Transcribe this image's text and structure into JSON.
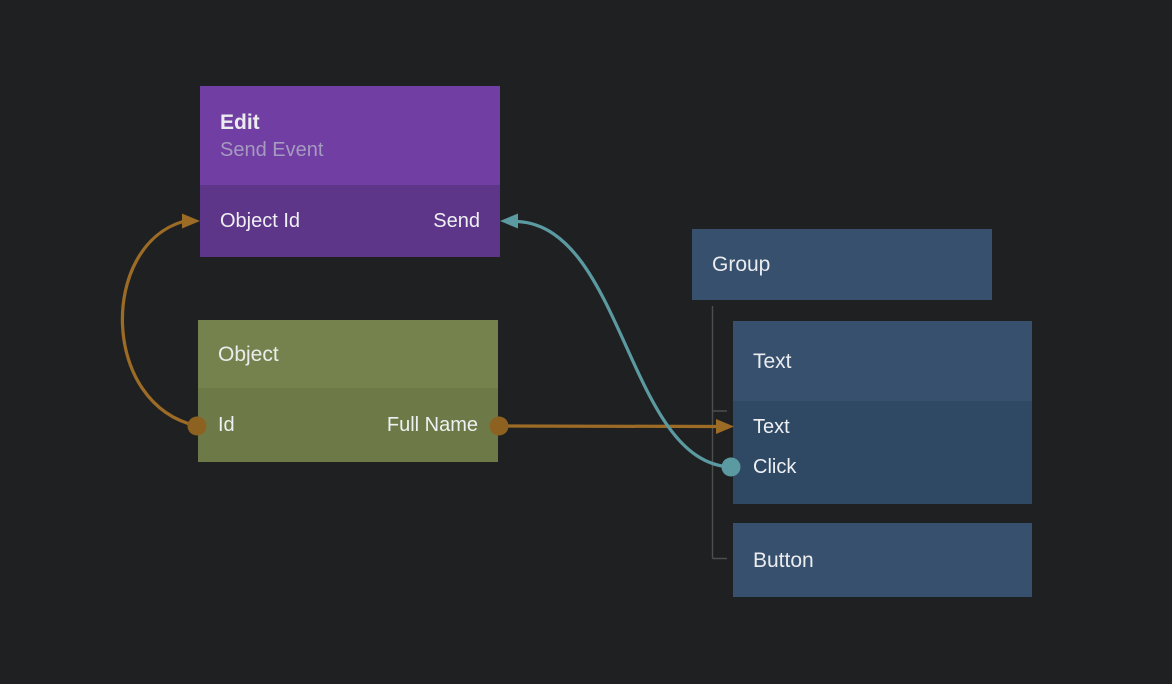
{
  "colors": {
    "canvas_bg": "#1f2021",
    "edit_header": "#713ea3",
    "edit_body": "#5d3589",
    "object_header": "#76824d",
    "object_body": "#6d7a48",
    "blue_node": "#36506e",
    "blue_node_body": "#2f4964",
    "wire_orange": "#9c6b26",
    "wire_orange_dot": "#8d611f",
    "wire_teal": "#5b9aa1",
    "tree_line": "#4d4e4e",
    "title_text": "#ebecee",
    "subtitle_text": "#a59bc0",
    "port_text": "#eef0f3"
  },
  "nodes": {
    "edit": {
      "title": "Edit",
      "subtitle": "Send Event",
      "ports": [
        {
          "label": "Object Id",
          "side": "left",
          "kind": "input"
        },
        {
          "label": "Send",
          "side": "right",
          "kind": "input"
        }
      ]
    },
    "object": {
      "title": "Object",
      "ports": [
        {
          "label": "Id",
          "side": "left",
          "kind": "output"
        },
        {
          "label": "Full Name",
          "side": "right",
          "kind": "output"
        }
      ]
    },
    "group": {
      "title": "Group",
      "children": [
        "Text",
        "Button"
      ]
    },
    "text": {
      "title": "Text",
      "ports": [
        {
          "label": "Text",
          "side": "left",
          "kind": "input"
        },
        {
          "label": "Click",
          "side": "left",
          "kind": "output"
        }
      ]
    },
    "button": {
      "title": "Button"
    }
  },
  "edges": [
    {
      "from": "Object.Id",
      "to": "Edit.Object Id",
      "color": "#9c6b26"
    },
    {
      "from": "Object.Full Name",
      "to": "Text.Text",
      "color": "#9c6b26"
    },
    {
      "from": "Text.Click",
      "to": "Edit.Send",
      "color": "#5b9aa1"
    }
  ]
}
